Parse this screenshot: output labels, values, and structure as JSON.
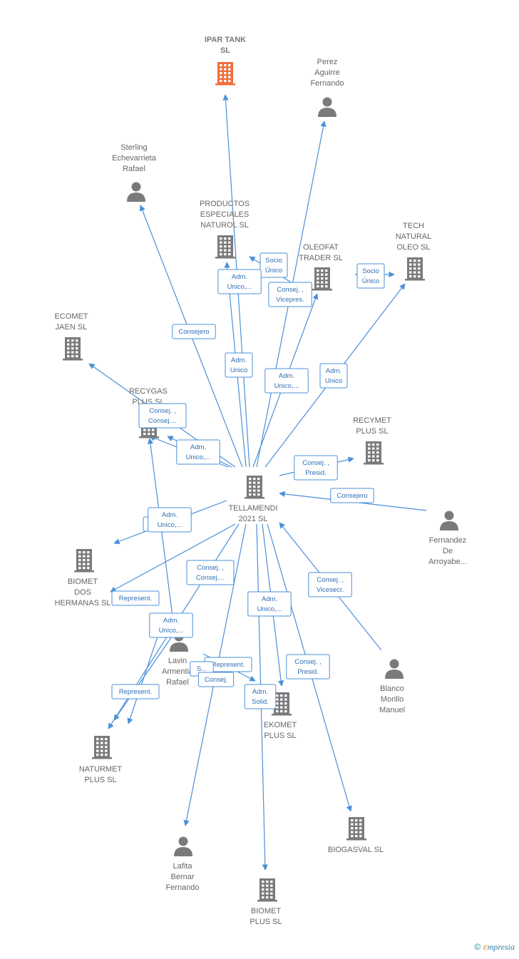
{
  "colors": {
    "edge": "#4a90d9",
    "node": "#7a7a7a",
    "highlight": "#f26b3a",
    "label": "#2f6fb5"
  },
  "nodes": [
    {
      "id": "ipar",
      "type": "company",
      "highlight": true,
      "lines": [
        "IPAR TANK",
        "SL"
      ]
    },
    {
      "id": "perez",
      "type": "person",
      "lines": [
        "Perez",
        "Aguirre",
        "Fernando"
      ]
    },
    {
      "id": "sterling",
      "type": "person",
      "lines": [
        "Sterling",
        "Echevarrieta",
        "Rafael"
      ]
    },
    {
      "id": "productos",
      "type": "company",
      "lines": [
        "PRODUCTOS",
        "ESPECIALES",
        "NATUROL  SL"
      ]
    },
    {
      "id": "oleofat",
      "type": "company",
      "lines": [
        "OLEOFAT",
        "TRADER  SL"
      ]
    },
    {
      "id": "tech",
      "type": "company",
      "lines": [
        "TECH",
        "NATURAL",
        "OLEO  SL"
      ]
    },
    {
      "id": "ecomet",
      "type": "company",
      "lines": [
        "ECOMET",
        "JAEN  SL"
      ]
    },
    {
      "id": "recygas",
      "type": "company",
      "lines": [
        "RECYGAS",
        "PLUS  SL"
      ]
    },
    {
      "id": "recymet",
      "type": "company",
      "lines": [
        "RECYMET",
        "PLUS  SL"
      ]
    },
    {
      "id": "tellamendi",
      "type": "company",
      "lines": [
        "TELLAMENDI",
        "2021  SL"
      ]
    },
    {
      "id": "fernandez",
      "type": "person",
      "lines": [
        "Fernandez",
        "De",
        "Arroyabe..."
      ]
    },
    {
      "id": "biomet_dos",
      "type": "company",
      "lines": [
        "BIOMET",
        "DOS",
        "HERMANAS  SL"
      ]
    },
    {
      "id": "lavin",
      "type": "person",
      "lines": [
        "Lavin",
        "Armentia",
        "Rafael"
      ]
    },
    {
      "id": "blanco",
      "type": "person",
      "lines": [
        "Blanco",
        "Morillo",
        "Manuel"
      ]
    },
    {
      "id": "ekomet",
      "type": "company",
      "lines": [
        "EKOMET",
        "PLUS  SL"
      ]
    },
    {
      "id": "naturmet",
      "type": "company",
      "lines": [
        "NATURMET",
        "PLUS  SL"
      ]
    },
    {
      "id": "lafita",
      "type": "person",
      "lines": [
        "Lafita",
        "Bernar",
        "Fernando"
      ]
    },
    {
      "id": "biogasval",
      "type": "company",
      "lines": [
        "BIOGASVAL  SL"
      ]
    },
    {
      "id": "biomet_plus",
      "type": "company",
      "lines": [
        "BIOMET",
        "PLUS  SL"
      ]
    }
  ],
  "edge_labels": [
    {
      "lines": [
        "Socio",
        "Único"
      ]
    },
    {
      "lines": [
        "Adm.",
        "Unico,..."
      ]
    },
    {
      "lines": [
        "Consej. ,",
        "Vicepres."
      ]
    },
    {
      "lines": [
        "Socio",
        "Único"
      ]
    },
    {
      "lines": [
        "Consejero"
      ]
    },
    {
      "lines": [
        "Adm.",
        "Unico"
      ]
    },
    {
      "lines": [
        "Adm.",
        "Unico,..."
      ]
    },
    {
      "lines": [
        "Adm.",
        "Unico"
      ]
    },
    {
      "lines": [
        "Consej. ,",
        "Consej...."
      ]
    },
    {
      "lines": [
        "Adm.",
        "Unico,..."
      ]
    },
    {
      "lines": [
        "Consej. ,",
        "Presid."
      ]
    },
    {
      "lines": [
        "Consejero"
      ]
    },
    {
      "lines": [
        "Re..."
      ]
    },
    {
      "lines": [
        "Adm.",
        "Unico,..."
      ]
    },
    {
      "lines": [
        "Consej. ,",
        "Consej...."
      ]
    },
    {
      "lines": [
        "Represent."
      ]
    },
    {
      "lines": [
        "Adm.",
        "Unico,..."
      ]
    },
    {
      "lines": [
        "Consej. ,",
        "Vicesecr."
      ]
    },
    {
      "lines": [
        "Adm.",
        "Unico,..."
      ]
    },
    {
      "lines": [
        "Represent."
      ]
    },
    {
      "lines": [
        "S..."
      ]
    },
    {
      "lines": [
        "Consej."
      ]
    },
    {
      "lines": [
        "Consej. ,",
        "Presid."
      ]
    },
    {
      "lines": [
        "Adm.",
        "Solid."
      ]
    },
    {
      "lines": [
        "Represent."
      ]
    }
  ],
  "footer": {
    "copyright": "©",
    "brand_initial": "e",
    "brand_rest": "mpresia"
  }
}
